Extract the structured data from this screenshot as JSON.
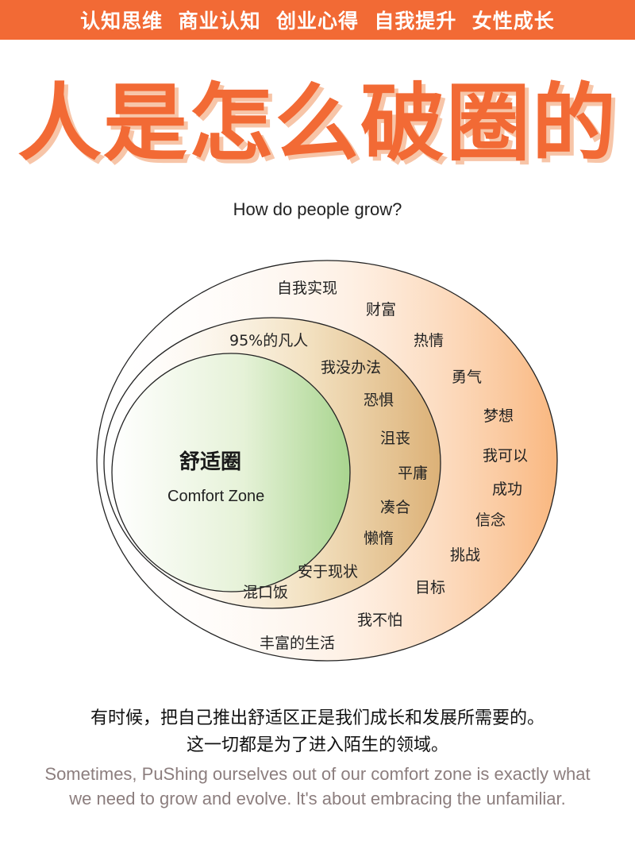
{
  "header": {
    "tags": [
      "认知思维",
      "商业认知",
      "创业心得",
      "自我提升",
      "女性成长"
    ]
  },
  "title": "人是怎么破圈的",
  "subtitle": "How do people grow?",
  "diagram": {
    "inner": {
      "title": "舒适圈",
      "subtitle": "Comfort Zone"
    },
    "middle_labels": [
      "95%的凡人",
      "我没办法",
      "恐惧",
      "沮丧",
      "平庸",
      "凑合",
      "懒惰",
      "安于现状",
      "混口饭"
    ],
    "outer_labels": [
      "自我实现",
      "财富",
      "热情",
      "勇气",
      "梦想",
      "我可以",
      "成功",
      "信念",
      "挑战",
      "目标",
      "我不怕",
      "丰富的生活"
    ],
    "colors": {
      "inner_fill": "#a9d58f",
      "middle_fill": "#dcb177",
      "outer_fill": "#f9b77f",
      "accent": "#f26a35"
    }
  },
  "caption": {
    "cn_line1": "有时候，把自己推出舒适区正是我们成长和发展所需要的。",
    "cn_line2": "这一切都是为了进入陌生的领域。",
    "en_line1": "Sometimes, PuShing ourselves out of our comfort zone is exactly  what",
    "en_line2": "we need to grow and evolve. lt's about embracing the unfamiliar."
  }
}
